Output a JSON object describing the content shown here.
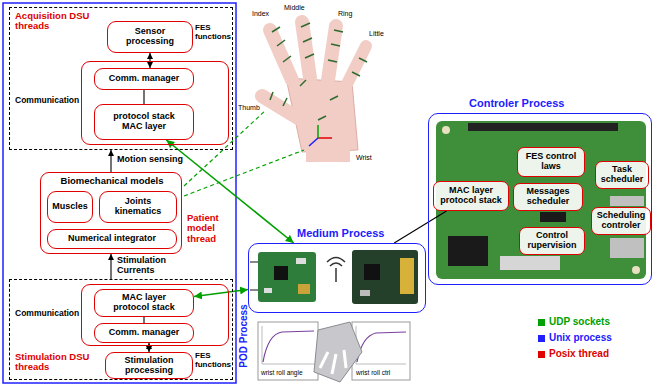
{
  "diagram": {
    "nodes": [
      {
        "text": [
          "Acquisition DSU threads"
        ]
      },
      {
        "text": [
          "Sensor processing"
        ],
        "in": 0
      },
      {
        "text": [
          "Communication"
        ],
        "in": 0
      },
      {
        "text": [
          "Comm. manager"
        ],
        "in": 2
      },
      {
        "text": [
          "protocol stack MAC layer"
        ],
        "in": 2
      },
      {
        "text": [
          "Biomechanical models",
          "Patient model thread"
        ]
      },
      {
        "text": [
          "Muscles"
        ],
        "in": 5
      },
      {
        "text": [
          "Joints kinematics"
        ],
        "in": 5
      },
      {
        "text": [
          "Numerical integrator"
        ],
        "in": 5
      },
      {
        "text": [
          "Stimulation DSU threads"
        ]
      },
      {
        "text": [
          "Communication"
        ],
        "in": 9
      },
      {
        "text": [
          "MAC layer protocol stack"
        ],
        "in": 10
      },
      {
        "text": [
          "Comm. manager"
        ],
        "in": 10
      },
      {
        "text": [
          "Stimulation processing"
        ],
        "in": 9
      },
      {
        "text": [
          "Medium Process"
        ]
      },
      {
        "text": [
          "Controler Process"
        ]
      },
      {
        "text": [
          "FES control laws"
        ],
        "in": 15
      },
      {
        "text": [
          "Task scheduler"
        ],
        "in": 15
      },
      {
        "text": [
          "MAC layer protocol stack"
        ],
        "in": 15
      },
      {
        "text": [
          "Messages scheduler"
        ],
        "in": 15
      },
      {
        "text": [
          "Scheduling controler"
        ],
        "in": 15
      },
      {
        "text": [
          "Control rupervision"
        ],
        "in": 15
      }
    ],
    "edges": [
      {
        "from": 1,
        "to": 3,
        "arrow": "both"
      },
      {
        "from": 3,
        "to": 4,
        "arrow": "none"
      },
      {
        "from": 5,
        "to": 0,
        "arrow": "to",
        "label": "Motion sensing"
      },
      {
        "from": 9,
        "to": 5,
        "arrow": "to",
        "label": "Stimulation Currents"
      },
      {
        "from": 11,
        "to": 12,
        "arrow": "none"
      },
      {
        "from": 12,
        "to": 13,
        "arrow": "both"
      },
      {
        "from": 4,
        "to": 14,
        "arrow": "both"
      },
      {
        "from": 11,
        "to": 14,
        "arrow": "both"
      },
      {
        "from": 14,
        "to": 18,
        "arrow": "none"
      }
    ],
    "labels": [
      "FES functions",
      "FES functions",
      "Index",
      "Middle",
      "Ring",
      "Little",
      "Thumb",
      "Wrist",
      "POD Process",
      "wrist roll angle",
      "wrist roll ctrl"
    ],
    "legend": [
      {
        "text": "UDP sockets",
        "color": "#00a000"
      },
      {
        "text": "Unix process",
        "color": "#2020ff"
      },
      {
        "text": "Posix thread",
        "color": "#e00000"
      }
    ]
  }
}
